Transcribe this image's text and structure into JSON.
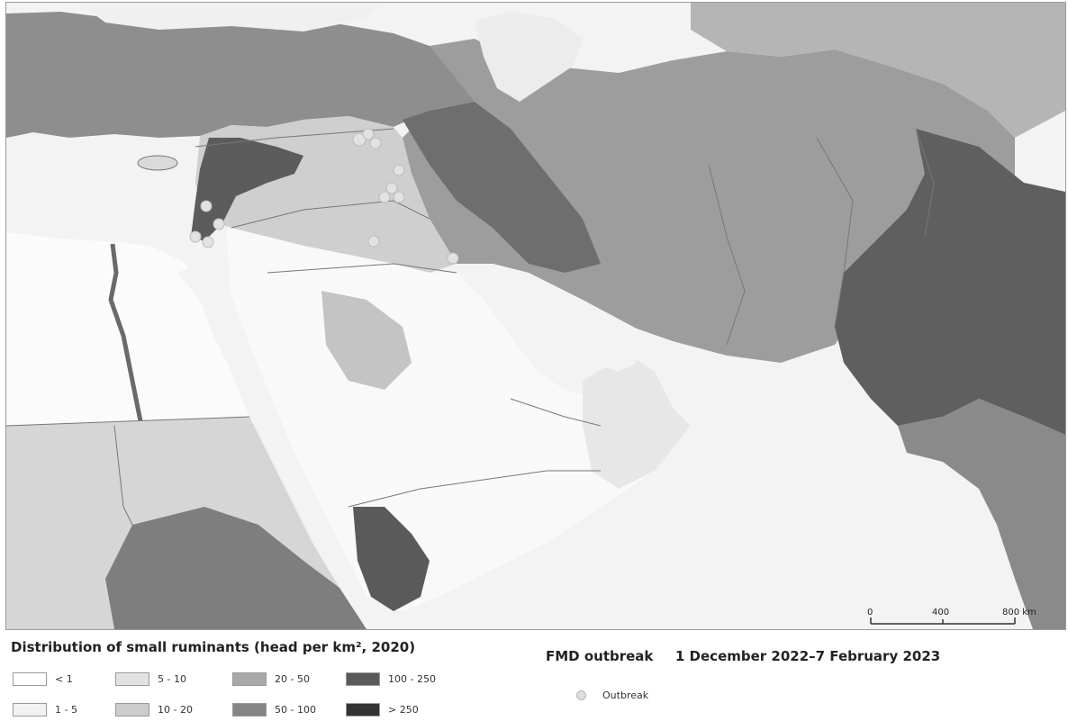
{
  "legend": {
    "density_title": "Distribution of small ruminants (head per km², 2020)",
    "classes": [
      {
        "label": "< 1",
        "color": "#ffffff"
      },
      {
        "label": "1 - 5",
        "color": "#f2f2f2"
      },
      {
        "label": "5 - 10",
        "color": "#e2e2e2"
      },
      {
        "label": "10 - 20",
        "color": "#cccccc"
      },
      {
        "label": "20 - 50",
        "color": "#a9a9a9"
      },
      {
        "label": "50 - 100",
        "color": "#858585"
      },
      {
        "label": "100 - 250",
        "color": "#5a5a5a"
      },
      {
        "label": "> 250",
        "color": "#333333"
      }
    ],
    "outbreak_title": "FMD outbreak",
    "outbreak_period": "1 December 2022–7 February 2023",
    "outbreak_label": "Outbreak",
    "outbreak_color": "#dedede"
  },
  "scale_bar": {
    "labels": [
      "0",
      "400",
      "800 km"
    ]
  }
}
